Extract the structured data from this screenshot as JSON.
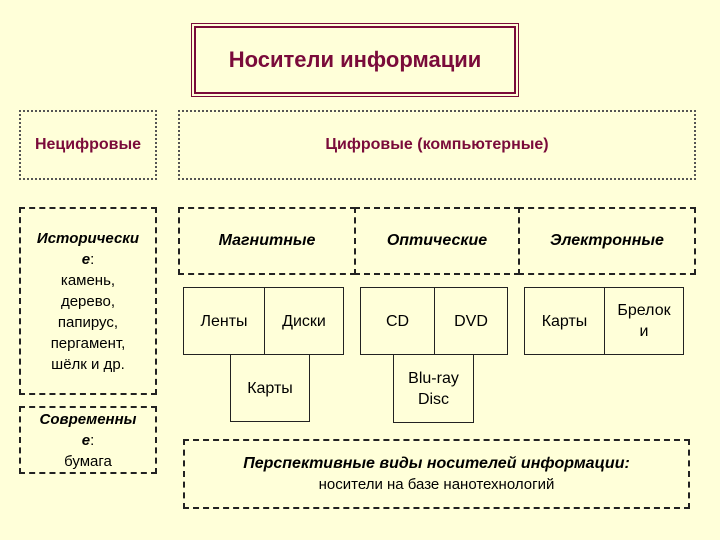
{
  "title": "Носители информации",
  "non_digital": {
    "header": "Нецифровые",
    "historical": {
      "label": "Историческ­ие",
      "label_line1": "Исторически",
      "label_line2": "е",
      "items": [
        "камень,",
        "дерево,",
        "папирус,",
        "пергамент,",
        "шёлк и др."
      ]
    },
    "modern": {
      "label_line1": "Современны",
      "label_line2": "е",
      "items": [
        "бумага"
      ]
    }
  },
  "digital": {
    "header": "Цифровые (компьютерные)",
    "magnetic": {
      "label": "Магнитные",
      "items": [
        "Ленты",
        "Диски",
        "Карты"
      ]
    },
    "optical": {
      "label": "Оптические",
      "items": [
        "CD",
        "DVD"
      ],
      "bluray_line1": "Blu-ray",
      "bluray_line2": "Disc"
    },
    "electronic": {
      "label": "Электронные",
      "items": [
        "Карты"
      ],
      "keychain_line1": "Брелок",
      "keychain_line2": "и"
    }
  },
  "prospective": {
    "title": "Перспективные виды носителей информации:",
    "text": "носители на базе нанотехнологий"
  },
  "colors": {
    "background": "#ffffd9",
    "accent": "#7a0b3a"
  }
}
